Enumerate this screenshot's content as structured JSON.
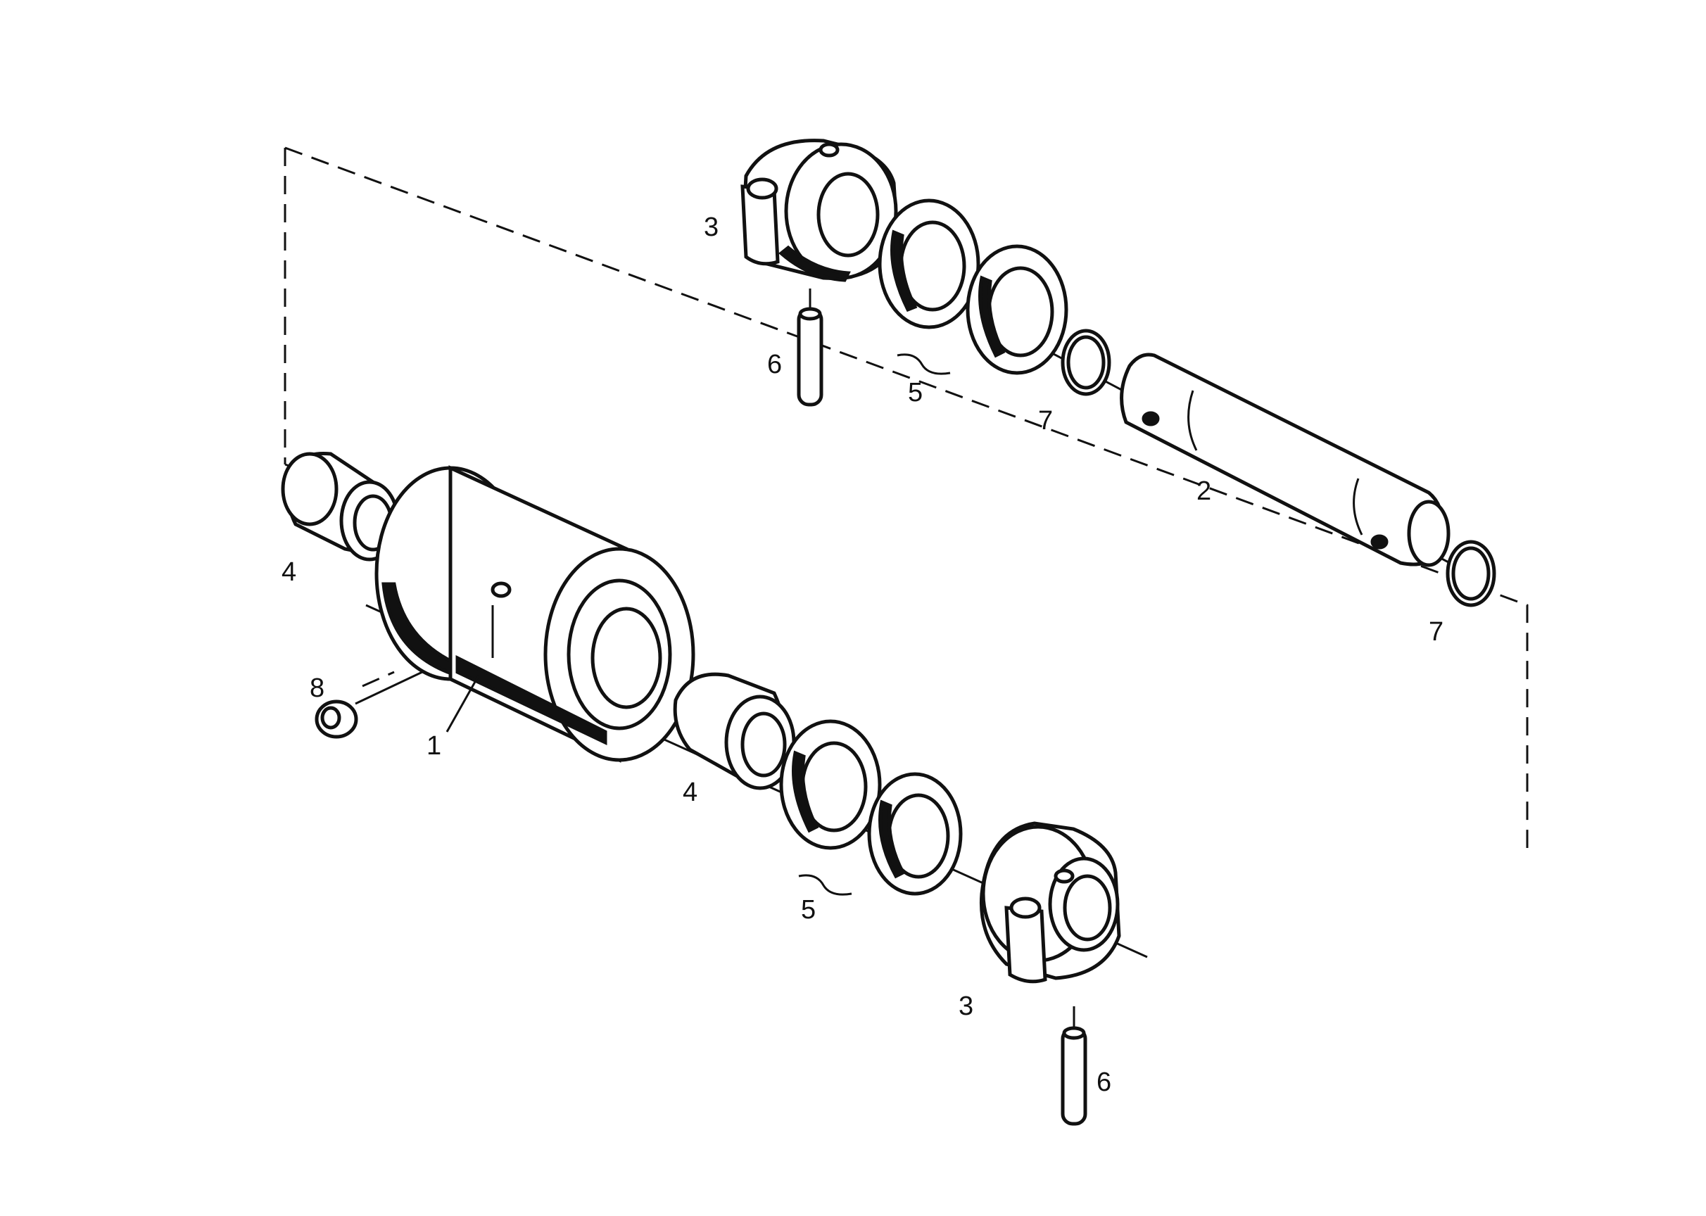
{
  "labels": {
    "roller": "1",
    "shaft": "2",
    "collar_top": "3",
    "collar_bottom": "3",
    "bushing_left": "4",
    "bushing_right": "4",
    "seal_top": "5",
    "seal_bottom": "5",
    "pin_top": "6",
    "pin_bottom": "6",
    "oring_left": "7",
    "oring_right": "7",
    "plug": "8"
  }
}
